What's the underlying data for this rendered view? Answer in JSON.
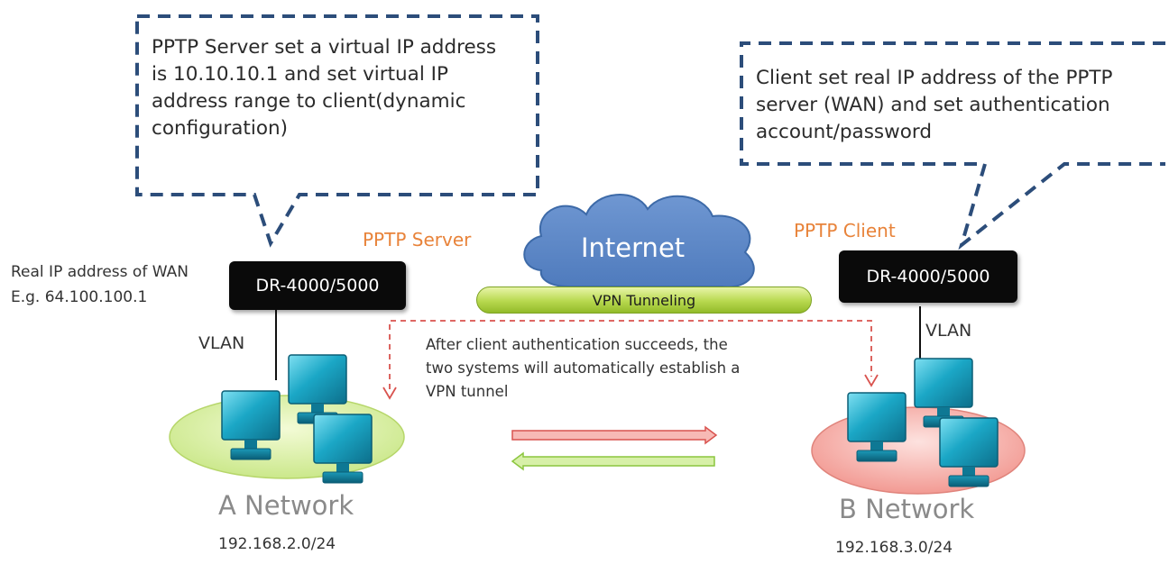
{
  "server_callout": {
    "lines": [
      "PPTP Server set a virtual IP address",
      "is 10.10.10.1 and set virtual IP",
      "address range to client(dynamic",
      "configuration)"
    ]
  },
  "client_callout": {
    "lines": [
      "Client set real IP address of the PPTP",
      "server (WAN) and set authentication",
      "account/password"
    ]
  },
  "server": {
    "role_label": "PPTP Server",
    "device_label": "DR-4000/5000",
    "wan_note_line1": "Real IP address of WAN",
    "wan_note_line2": "E.g. 64.100.100.1",
    "vlan": "VLAN",
    "network_name": "A Network",
    "subnet": "192.168.2.0/24"
  },
  "client": {
    "role_label": "PPTP Client",
    "device_label": "DR-4000/5000",
    "vlan": "VLAN",
    "network_name": "B Network",
    "subnet": "192.168.3.0/24"
  },
  "internet": {
    "cloud_label": "Internet",
    "tunnel_label": "VPN Tunneling"
  },
  "tunnel_note": {
    "lines": [
      "After client authentication succeeds, the",
      "two systems will automatically establish a",
      "VPN tunnel"
    ]
  },
  "colors": {
    "callout_border": "#2c4d7a",
    "cloud_fill": "#5b86c5",
    "cloud_stroke": "#3d6aa8",
    "accent_orange": "#e8833a",
    "ellipse_a": "#d9f0a3",
    "ellipse_b": "#f6b1ac",
    "monitor_fill": "#1aa3c2",
    "arrow_red": "#d9534f",
    "arrow_green": "#8cc63f"
  },
  "icons": [
    "computer-icon",
    "cloud-icon",
    "arrow-icon"
  ]
}
